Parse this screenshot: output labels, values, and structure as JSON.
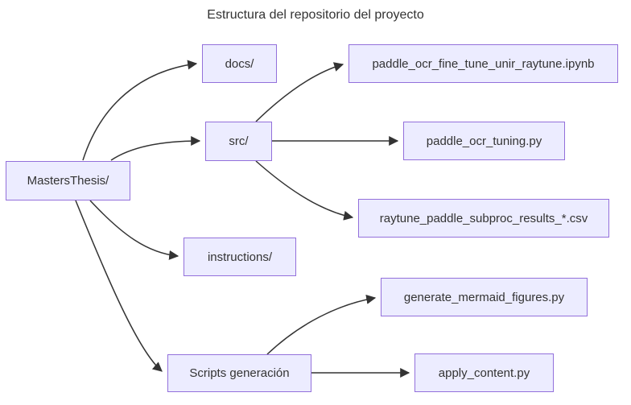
{
  "title": "Estructura del repositorio del proyecto",
  "diagram": {
    "type": "flowchart",
    "direction": "left-to-right",
    "nodes": {
      "masters": {
        "label": "MastersThesis/"
      },
      "docs": {
        "label": "docs/"
      },
      "src": {
        "label": "src/"
      },
      "ipynb": {
        "label": "paddle_ocr_fine_tune_unir_raytune.ipynb"
      },
      "tuning": {
        "label": "paddle_ocr_tuning.py"
      },
      "csv": {
        "label": "raytune_paddle_subproc_results_*.csv"
      },
      "instructions": {
        "label": "instructions/"
      },
      "scripts": {
        "label": "Scripts generación"
      },
      "genmermaid": {
        "label": "generate_mermaid_figures.py"
      },
      "applycontent": {
        "label": "apply_content.py"
      }
    },
    "edges": [
      {
        "from": "MastersThesis/",
        "to": "docs/"
      },
      {
        "from": "MastersThesis/",
        "to": "src/"
      },
      {
        "from": "MastersThesis/",
        "to": "instructions/"
      },
      {
        "from": "MastersThesis/",
        "to": "Scripts generación"
      },
      {
        "from": "src/",
        "to": "paddle_ocr_fine_tune_unir_raytune.ipynb"
      },
      {
        "from": "src/",
        "to": "paddle_ocr_tuning.py"
      },
      {
        "from": "src/",
        "to": "raytune_paddle_subproc_results_*.csv"
      },
      {
        "from": "Scripts generación",
        "to": "generate_mermaid_figures.py"
      },
      {
        "from": "Scripts generación",
        "to": "apply_content.py"
      }
    ],
    "colors": {
      "node_fill": "#ECECFF",
      "node_border": "#9370DB",
      "edge": "#333333",
      "text": "#333333",
      "background": "#FFFFFF"
    }
  }
}
